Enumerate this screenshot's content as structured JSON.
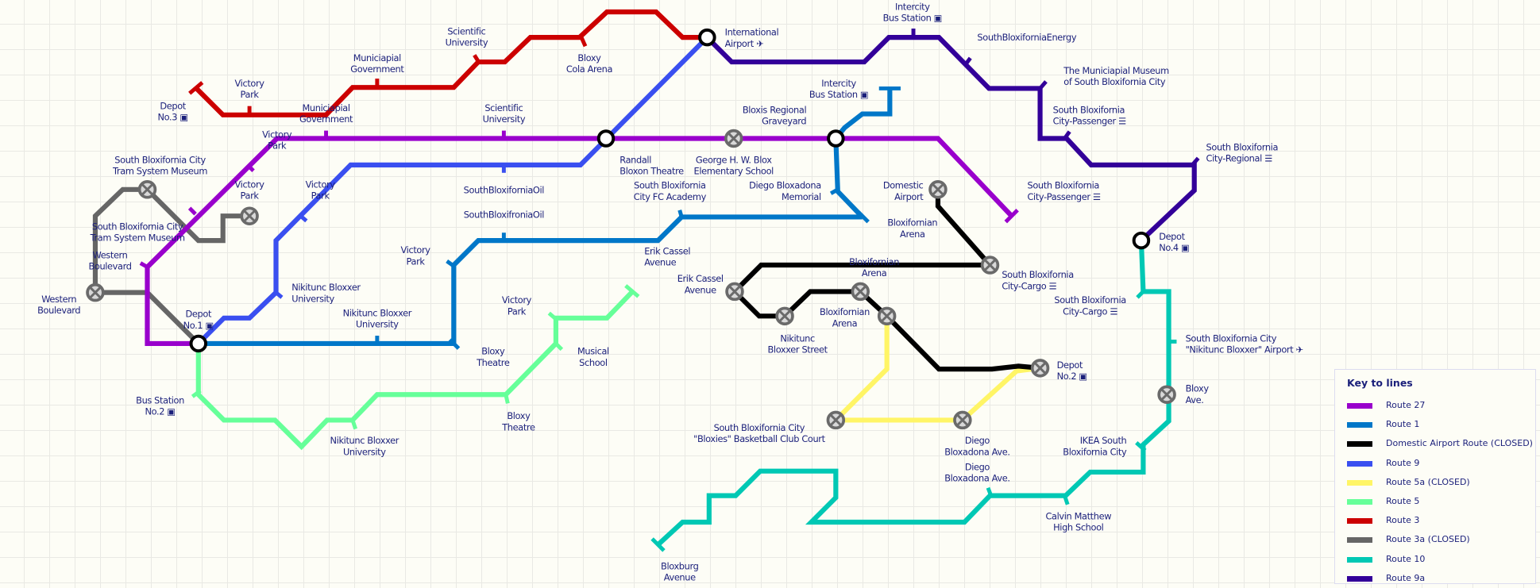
{
  "map": {
    "stations": [
      {
        "lines": [
          "Depot",
          "No.3"
        ],
        "icon": "bus-icon"
      },
      {
        "lines": [
          "Victory",
          "Park"
        ]
      },
      {
        "lines": [
          "Municiapial",
          "Government"
        ]
      },
      {
        "lines": [
          "Scientific",
          "University"
        ]
      },
      {
        "lines": [
          "Bloxy",
          "Cola Arena"
        ]
      },
      {
        "lines": [
          "International",
          "Airport"
        ],
        "icon": "plane-icon"
      },
      {
        "lines": [
          "Municiapial",
          "Government"
        ]
      },
      {
        "lines": [
          "Scientific",
          "University"
        ]
      },
      {
        "lines": [
          "Victory",
          "Park"
        ]
      },
      {
        "lines": [
          "South Bloxifornia City",
          "Tram System Museum"
        ]
      },
      {
        "lines": [
          "Victory",
          "Park"
        ]
      },
      {
        "lines": [
          "Victory",
          "Park"
        ]
      },
      {
        "lines": [
          "SouthBloxiforniaOil"
        ]
      },
      {
        "lines": [
          "SouthBloxifroniaOil"
        ]
      },
      {
        "lines": [
          "South Bloxifornia City",
          "Tram System Museum"
        ]
      },
      {
        "lines": [
          "Western",
          "Boulevard"
        ]
      },
      {
        "lines": [
          "Western",
          "Boulevard"
        ]
      },
      {
        "lines": [
          "Depot",
          "No.1"
        ],
        "icon": "bus-icon"
      },
      {
        "lines": [
          "Nikitunc Bloxxer",
          "University"
        ]
      },
      {
        "lines": [
          "Nikitunc Bloxxer",
          "University"
        ]
      },
      {
        "lines": [
          "Victory",
          "Park"
        ]
      },
      {
        "lines": [
          "Bloxy",
          "Theatre"
        ]
      },
      {
        "lines": [
          "Victory",
          "Park"
        ]
      },
      {
        "lines": [
          "Musical",
          "School"
        ]
      },
      {
        "lines": [
          "Bus Station",
          "No.2"
        ],
        "icon": "bus-icon"
      },
      {
        "lines": [
          "Nikitunc Bloxxer",
          "University"
        ]
      },
      {
        "lines": [
          "Bloxy",
          "Theatre"
        ]
      },
      {
        "lines": [
          "Randall",
          "Bloxon Theatre"
        ]
      },
      {
        "lines": [
          "George H. W. Blox",
          "Elementary School"
        ]
      },
      {
        "lines": [
          "South Bloxifornia",
          "City FC Academy"
        ]
      },
      {
        "lines": [
          "Diego Bloxadona",
          "Memorial"
        ]
      },
      {
        "lines": [
          "Bloxis Regional",
          "Graveyard"
        ]
      },
      {
        "lines": [
          "Intercity",
          "Bus Station"
        ],
        "icon": "bus-icon"
      },
      {
        "lines": [
          "Intercity",
          "Bus Station"
        ],
        "icon": "bus-icon"
      },
      {
        "lines": [
          "SouthBloxiforniaEnergy"
        ]
      },
      {
        "lines": [
          "The Municiapial Museum",
          "of South Bloxifornia City"
        ]
      },
      {
        "lines": [
          "South Bloxifornia",
          "City-Passenger"
        ],
        "icon": "train-icon"
      },
      {
        "lines": [
          "South Bloxifornia",
          "City-Passenger"
        ],
        "icon": "train-icon"
      },
      {
        "lines": [
          "South Bloxifornia",
          "City-Regional"
        ],
        "icon": "train-icon"
      },
      {
        "lines": [
          "Domestic",
          "Airport"
        ]
      },
      {
        "lines": [
          "Bloxifornian",
          "Arena"
        ]
      },
      {
        "lines": [
          "Depot",
          "No.4"
        ],
        "icon": "bus-icon"
      },
      {
        "lines": [
          "Erik Cassel",
          "Avenue"
        ]
      },
      {
        "lines": [
          "Erik Cassel",
          "Avenue"
        ]
      },
      {
        "lines": [
          "Bloxifornian",
          "Arena"
        ]
      },
      {
        "lines": [
          "South Bloxifornia",
          "City-Cargo"
        ],
        "icon": "train-icon"
      },
      {
        "lines": [
          "South Bloxifornia",
          "City-Cargo"
        ],
        "icon": "train-icon"
      },
      {
        "lines": [
          "Bloxifornian",
          "Arena"
        ]
      },
      {
        "lines": [
          "Nikitunc",
          "Bloxxer Street"
        ]
      },
      {
        "lines": [
          "South Bloxifornia City",
          "\"Nikitunc Bloxxer\" Airport"
        ],
        "icon": "plane-icon"
      },
      {
        "lines": [
          "Depot",
          "No.2"
        ],
        "icon": "bus-icon"
      },
      {
        "lines": [
          "Bloxy",
          "Ave."
        ]
      },
      {
        "lines": [
          "South Bloxifornia City",
          "\"Bloxies\" Basketball Club Court"
        ]
      },
      {
        "lines": [
          "Diego",
          "Bloxadona Ave."
        ]
      },
      {
        "lines": [
          "Diego",
          "Bloxadona Ave."
        ]
      },
      {
        "lines": [
          "IKEA South",
          "Bloxifornia City"
        ]
      },
      {
        "lines": [
          "Calvin Matthew",
          "High School"
        ]
      },
      {
        "lines": [
          "Bloxburg",
          "Avenue"
        ]
      }
    ]
  },
  "legend": {
    "title": "Key to lines",
    "routes": [
      {
        "name": "Route 27",
        "color": "#9900cc"
      },
      {
        "name": "Route 1",
        "color": "#0077c8"
      },
      {
        "name": "Domestic Airport Route (CLOSED)",
        "color": "#000000"
      },
      {
        "name": "Route 9",
        "color": "#3a4ff0"
      },
      {
        "name": "Route 5a (CLOSED)",
        "color": "#fff566"
      },
      {
        "name": "Route 5",
        "color": "#66ff99"
      },
      {
        "name": "Route 3",
        "color": "#cc0000"
      },
      {
        "name": "Route 3a (CLOSED)",
        "color": "#666666"
      },
      {
        "name": "Route 10",
        "color": "#00c8b4"
      },
      {
        "name": "Route 9a",
        "color": "#330099"
      }
    ]
  }
}
